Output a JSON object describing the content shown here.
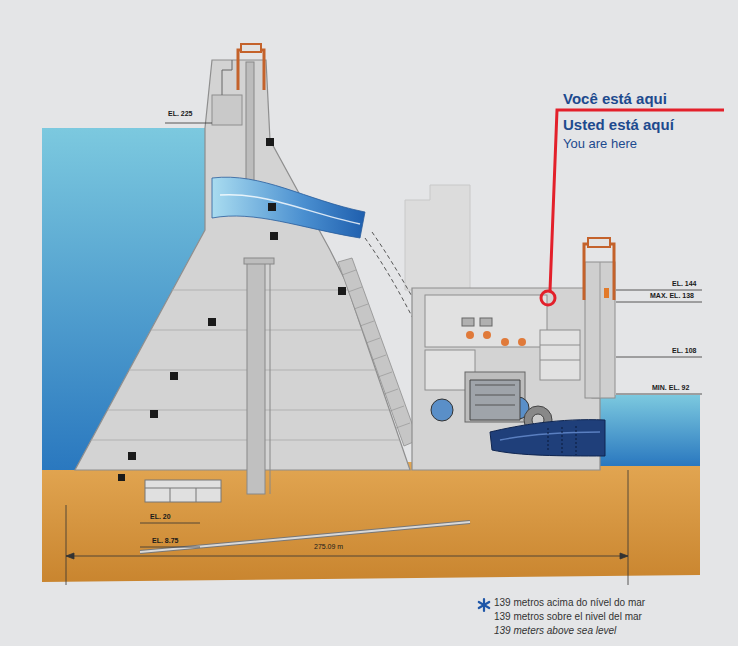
{
  "diagram": {
    "labels": [
      "EL. 225",
      "Você está aqui",
      "Usted está aquí",
      "You are here",
      "EL. 144",
      "MAX. EL. 138",
      "EL. 108",
      "MIN. EL. 92",
      "EL. 20",
      "EL. 8.75",
      "275.09 m",
      "139 metros acima do nível do mar",
      "139 metros sobre el nivel del mar",
      "139 meters above sea level"
    ]
  }
}
